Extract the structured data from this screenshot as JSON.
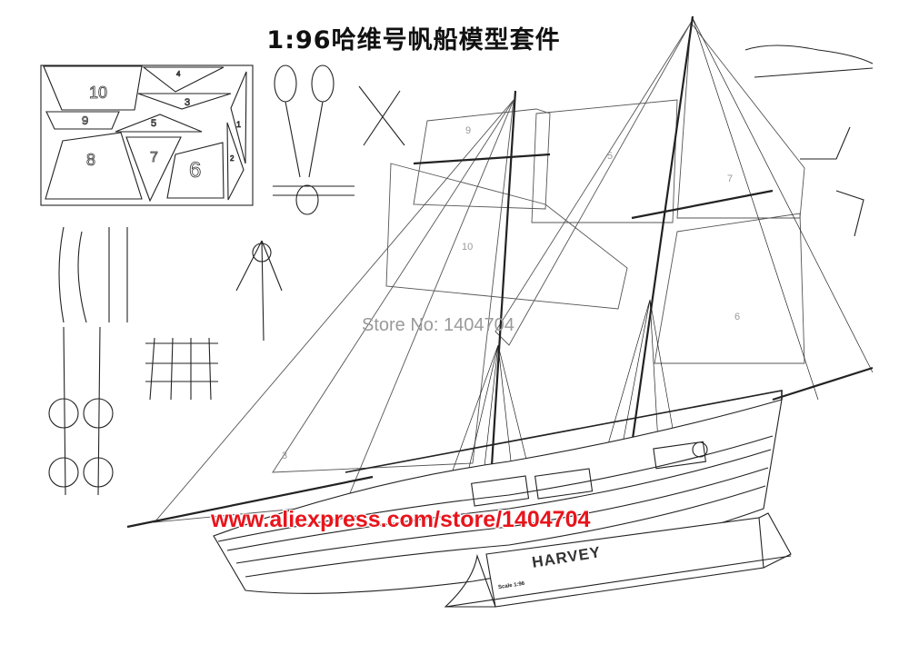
{
  "title": "1:96哈维号帆船模型套件",
  "watermark": "Store No: 1404704",
  "store_url": "www.aliexpress.com/store/1404704",
  "ship_name": "HARVEY",
  "stand_scale_text": "Scale 1:96",
  "sail_parts": [
    "10",
    "9",
    "8",
    "7",
    "6",
    "5",
    "4",
    "3",
    "2",
    "1"
  ],
  "sail_labels_on_ship": [
    "9",
    "10",
    "5",
    "7",
    "6",
    "3"
  ],
  "colors": {
    "url": "#e8141c",
    "watermark": "#9a9a9a",
    "line": "#222222"
  }
}
